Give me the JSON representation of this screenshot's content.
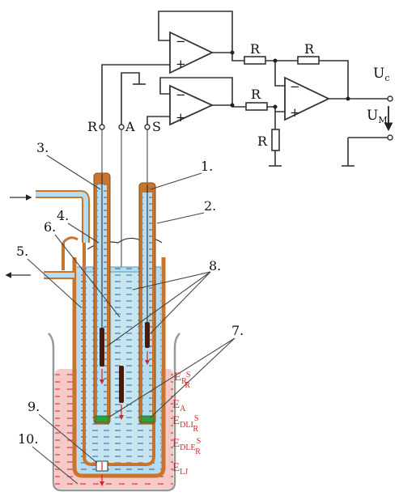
{
  "circuit": {
    "node_R": "R",
    "node_A": "A",
    "node_S": "S",
    "resistor_label": "R",
    "opamp_minus": "−",
    "opamp_plus": "+",
    "output_Uc_main": "U",
    "output_Uc_sub": "c",
    "output_UM_main": "U",
    "output_UM_sub": "M"
  },
  "callouts": [
    "1.",
    "2.",
    "3.",
    "4.",
    "5.",
    "6.",
    "7.",
    "8.",
    "9.",
    "10."
  ],
  "potentials": {
    "e_rs_main": "E",
    "e_rs_sub": "R",
    "e_rs_sup": "S",
    "e_rs_sub2": "R",
    "ea_main": "E",
    "ea_sub": "A",
    "edli_main": "E",
    "edli_sub": "DLI",
    "edli_sup": "S",
    "edli_sub2": "R",
    "edle_main": "E",
    "edle_sub": "DLE",
    "edle_sup": "S",
    "edle_sub2": "R",
    "elj_main": "E",
    "elj_sub": "LJ"
  },
  "colors": {
    "copper": "#c8742c",
    "copper_dark": "#8a4a18",
    "inner_blue": "#a8d8ea",
    "electrolyte_pink": "#f6c4c4",
    "membrane_green": "#2e9e3e",
    "dash_blue": "#3a5fb0",
    "dash_red": "#d03030",
    "annotation_red": "#e02020"
  }
}
